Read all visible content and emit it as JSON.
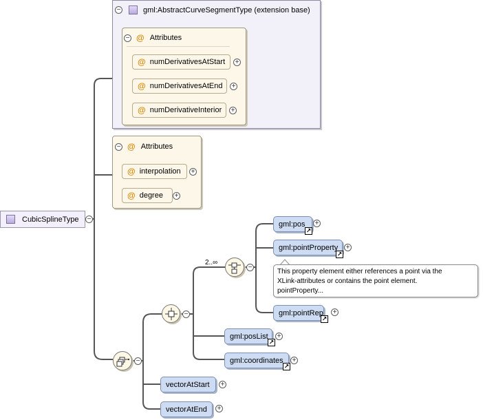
{
  "root": {
    "label": "CubicSplineType"
  },
  "extension": {
    "title": "gml:AbstractCurveSegmentType (extension base)",
    "attributes_label": "Attributes",
    "attributes": [
      "numDerivativesAtStart",
      "numDerivativesAtEnd",
      "numDerivativeInterior"
    ]
  },
  "own_attributes": {
    "label": "Attributes",
    "items": [
      "interpolation",
      "degree"
    ]
  },
  "content": {
    "choice_cardinality": "2..∞",
    "choice_items": [
      "gml:pos",
      "gml:pointProperty",
      "gml:pointRep"
    ],
    "tooltip": {
      "line1": "This property element either references a point via the",
      "line2": "XLink-attributes or contains the point element.",
      "line3": "pointProperty..."
    },
    "pos_list": "gml:posList",
    "coordinates": "gml:coordinates",
    "vector_start": "vectorAtStart",
    "vector_end": "vectorAtEnd"
  },
  "symbols": {
    "expand": "+",
    "collapse": "−",
    "attribute": "@",
    "reference": "↗"
  },
  "colors": {
    "element": "#cddcf2",
    "attribute": "#fdf7ea",
    "extension": "#f2f0f8",
    "wire": "#555555"
  },
  "icons": [
    "type-icon",
    "attribute-icon",
    "sequence-icon",
    "choice-icon",
    "reference-icon",
    "expand-icon",
    "collapse-icon"
  ]
}
